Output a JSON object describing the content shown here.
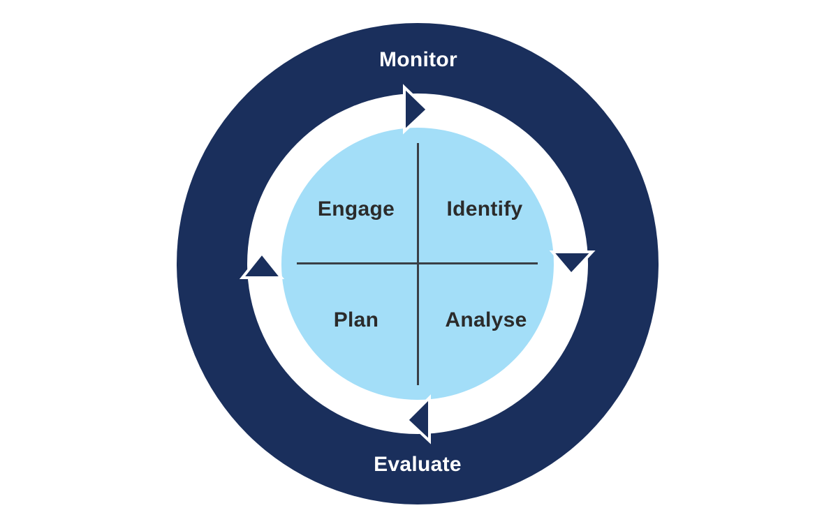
{
  "diagram": {
    "type": "process-cycle",
    "cycle_labels": {
      "top": "Monitor",
      "bottom": "Evaluate"
    },
    "quadrant_labels": {
      "top_left": "Engage",
      "top_right": "Identify",
      "bottom_left": "Plan",
      "bottom_right": "Analyse"
    },
    "arrows": [
      {
        "position": "top",
        "direction": "right"
      },
      {
        "position": "right",
        "direction": "down"
      },
      {
        "position": "bottom",
        "direction": "left"
      },
      {
        "position": "left",
        "direction": "up"
      }
    ],
    "rotation": "clockwise",
    "colors": {
      "ring_navy": "#1A2F5C",
      "inner_blue": "#A3DEF8",
      "ring_gap_white": "#FFFFFF",
      "quadrant_text": "#2B2B2B",
      "outer_text": "#FFFFFF",
      "axis_line": "#3A3F46",
      "background": "#FFFFFF"
    }
  }
}
